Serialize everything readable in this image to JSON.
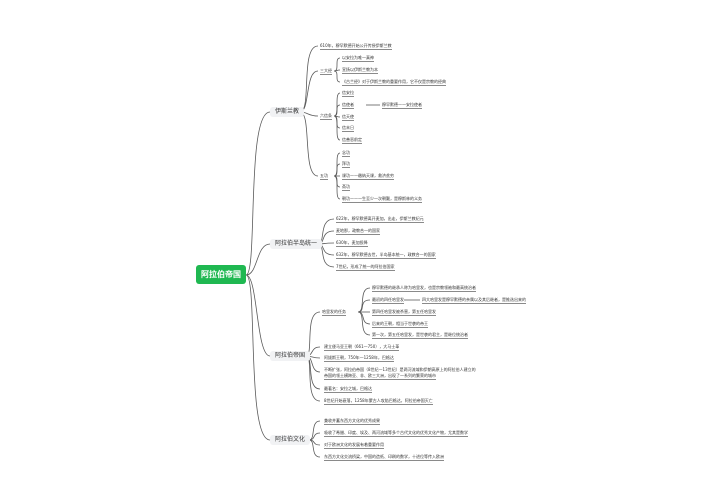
{
  "root": "阿拉伯帝国",
  "branches": {
    "yisilan": {
      "title": "伊斯兰教",
      "intro": "610年，穆罕默德开始公开传授伊斯兰教",
      "sanda": {
        "title": "三大经",
        "items": [
          "以安拉为唯一真神",
          "宣扬以伊斯兰教为本",
          "《古兰经》对于伊斯兰教的重要作用，它不仅是宗教的经典"
        ]
      },
      "liuxin": {
        "title": "六信条",
        "items": [
          "信安拉",
          "信使者",
          "信天使",
          "信末日",
          "信善恶前定"
        ],
        "note": "穆罕默德——安拉使者"
      },
      "wugong": {
        "title": "五功",
        "items": [
          "念功",
          "拜功",
          "课功——缴纳天课，救济贫穷",
          "斋功",
          "朝功——一生至少一次朝觐，是穆斯林的义务"
        ]
      }
    },
    "unify": {
      "title": "阿拉伯半岛统一",
      "items": [
        "622年，穆罕默德离开麦加，出走，伊斯兰教纪元",
        "麦地那，政教合一的国家",
        "630年，麦加投降",
        "632年，穆罕默德去世，半岛基本统一，政教合一的国家",
        "7世纪，形成了统一的阿拉伯国家"
      ]
    },
    "empire": {
      "title": "阿拉伯帝国",
      "caliph": {
        "title": "哈里发的任务",
        "items": [
          "穆罕默德的继承人称为哈里发，也是宗教领袖和最高统治者",
          "最初的四任哈里发",
          "第四任哈里发被杀害，第五任哈里发",
          "后来的王朝，相当于世袭的帝王",
          "第一次，第五任哈里发，是世袭的君主，是继位统治者"
        ],
        "note": "四大哈里发是穆罕默德的亲属以及其后继者，是推选出来的"
      },
      "items": [
        "建立倭马亚王朝（661—750），大马士革",
        "阿拔斯王朝，750年—1258年，巴格达",
        "不断扩张，阿拉伯帝国（8世纪—13世纪）是两河流域和伊朗高原上的阿拉伯人建立的",
        "帝国的领土横跨亚、非、欧三大洲，出现了一系列的繁荣的城市",
        "最著名：安拉之城，巴格达",
        "8世纪开始衰落，1258年蒙古人攻陷巴格达，阿拉伯帝国灭亡"
      ]
    },
    "culture": {
      "title": "阿拉伯文化",
      "items": [
        "兼收并蓄东西方文化的优秀成果",
        "吸收了希腊、印度、埃及、两河流域等多个古代文化的优秀文化产物，尤其是数学",
        "对于欧洲文化的发展有着重要作用",
        "东西方文化交流桥梁，中国的造纸、印刷的数学，十进位等传入欧洲"
      ]
    }
  }
}
